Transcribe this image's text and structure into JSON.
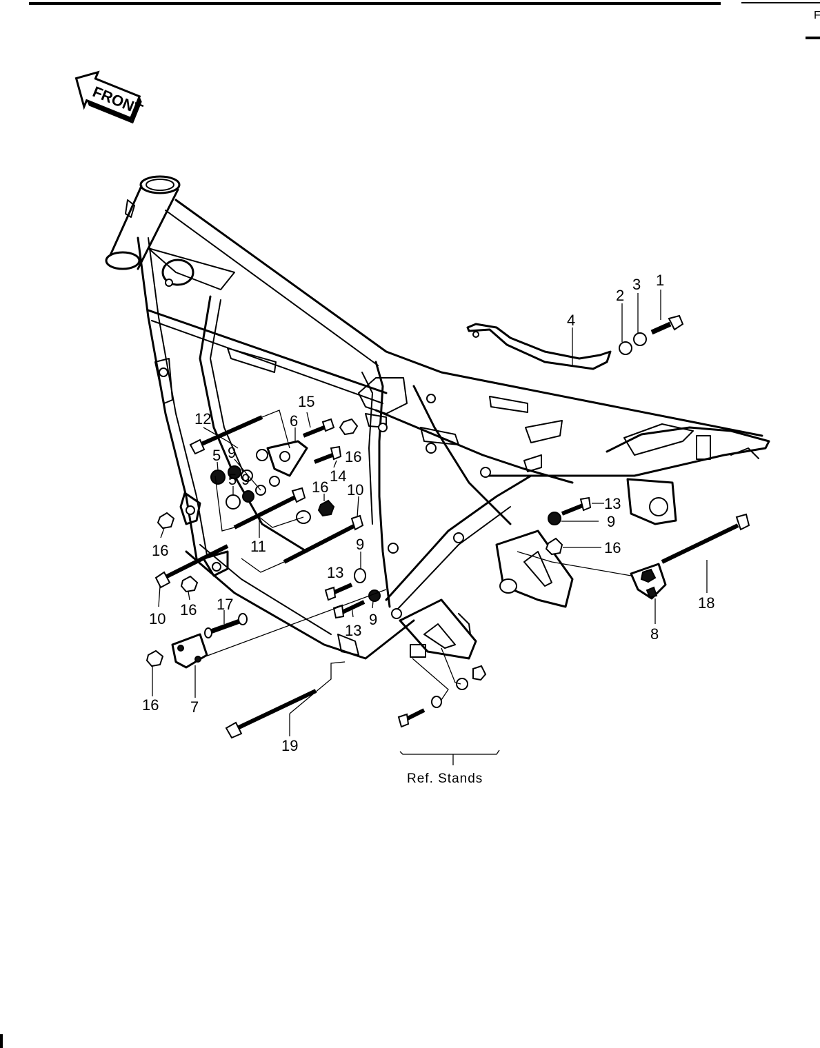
{
  "front_badge": {
    "text": "FRONT",
    "icon": "front-arrow-icon"
  },
  "corner_mark": "F",
  "callouts": {
    "c1": "1",
    "c2": "2",
    "c3": "3",
    "c4": "4",
    "c5a": "5",
    "c5b": "5",
    "c6": "6",
    "c7": "7",
    "c8": "8",
    "c9a": "9",
    "c9b": "9",
    "c9c": "9",
    "c9d": "9",
    "c9e": "9",
    "c10a": "10",
    "c10b": "10",
    "c11": "11",
    "c12": "12",
    "c13a": "13",
    "c13b": "13",
    "c13c": "13",
    "c14": "14",
    "c15": "15",
    "c16a": "16",
    "c16b": "16",
    "c16c": "16",
    "c16d": "16",
    "c16e": "16",
    "c16f": "16",
    "c17": "17",
    "c18": "18",
    "c19": "19"
  },
  "reference": {
    "label": "Ref.  Stands"
  }
}
